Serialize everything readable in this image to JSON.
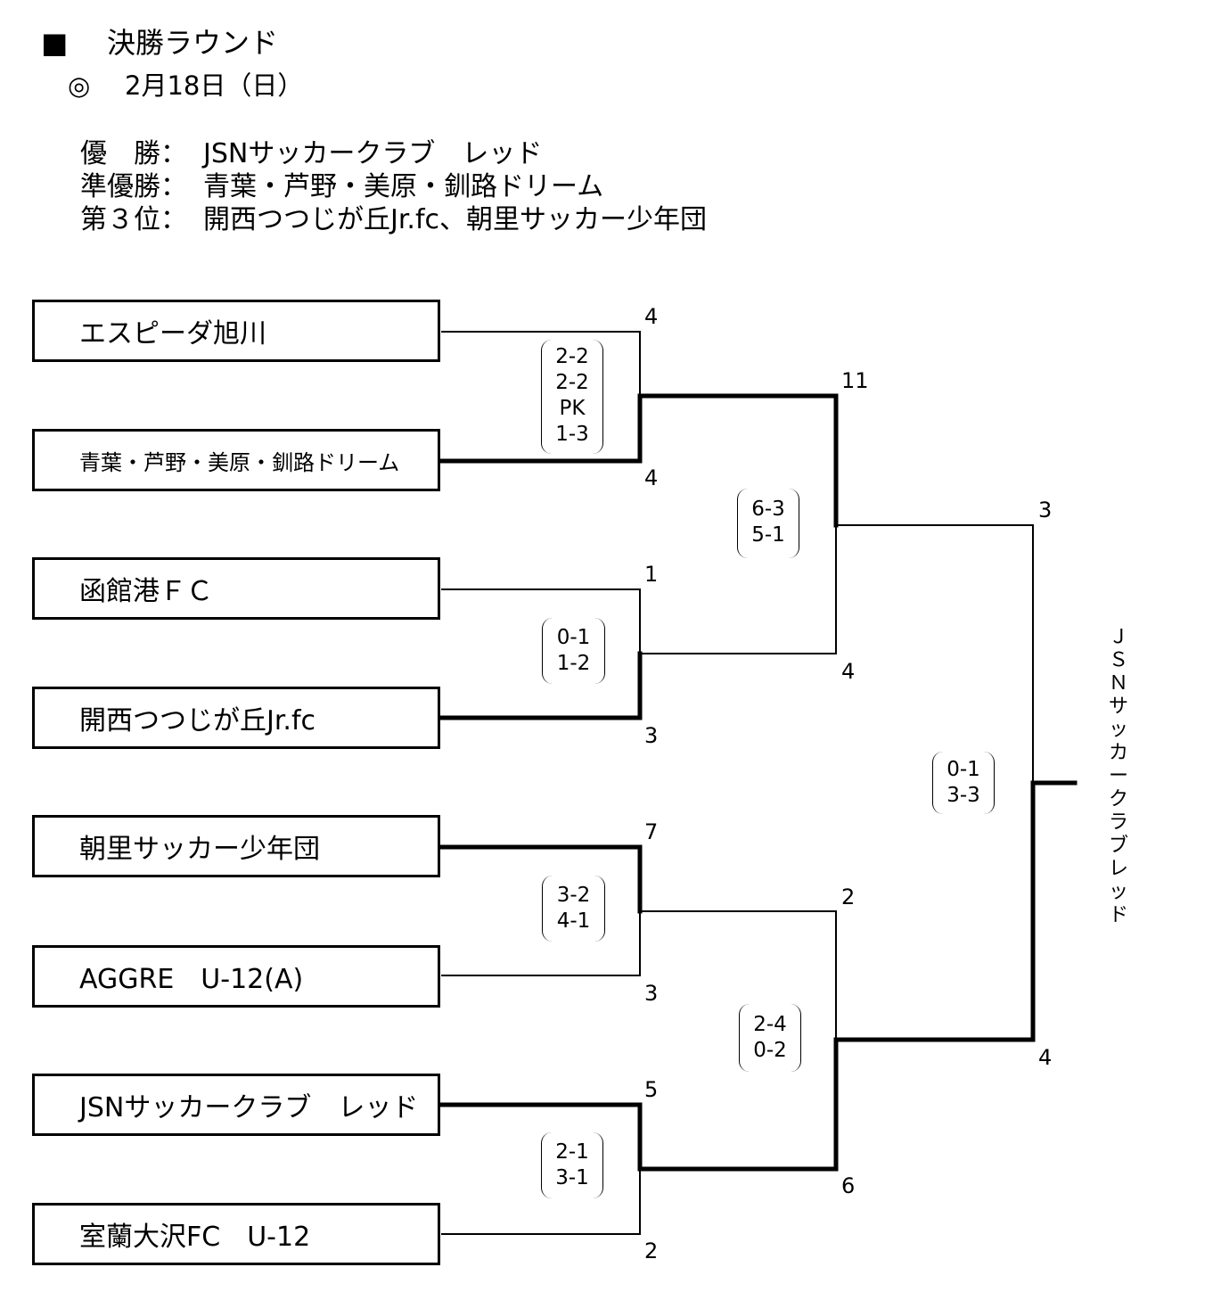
{
  "header": {
    "title_mark": "■",
    "title": "決勝ラウンド",
    "date_mark": "◎",
    "date": "2月18日（日）"
  },
  "results": [
    {
      "label": "優　勝：",
      "value": "JSNサッカークラブ　レッド"
    },
    {
      "label": "準優勝：",
      "value": "青葉・芦野・美原・釧路ドリーム"
    },
    {
      "label": "第３位：",
      "value": "開西つつじが丘Jr.fc、朝里サッカー少年団"
    }
  ],
  "teams": [
    "エスピーダ旭川",
    "青葉・芦野・美原・釧路ドリーム",
    "函館港ＦＣ",
    "開西つつじが丘Jr.fc",
    "朝里サッカー少年団",
    "AGGRE　U-12(A)",
    "JSNサッカークラブ　レッド",
    "室蘭大沢FC　U-12"
  ],
  "round1": [
    {
      "top_score": "4",
      "bottom_score": "4",
      "halves": [
        "2-2",
        "2-2",
        "PK",
        "1-3"
      ],
      "winner": "bottom"
    },
    {
      "top_score": "1",
      "bottom_score": "3",
      "halves": [
        "0-1",
        "1-2"
      ],
      "winner": "bottom"
    },
    {
      "top_score": "7",
      "bottom_score": "3",
      "halves": [
        "3-2",
        "4-1"
      ],
      "winner": "top"
    },
    {
      "top_score": "5",
      "bottom_score": "2",
      "halves": [
        "2-1",
        "3-1"
      ],
      "winner": "top"
    }
  ],
  "semifinals": [
    {
      "top_score": "11",
      "bottom_score": "4",
      "halves": [
        "6-3",
        "5-1"
      ],
      "winner": "top"
    },
    {
      "top_score": "2",
      "bottom_score": "6",
      "halves": [
        "2-4",
        "0-2"
      ],
      "winner": "bottom"
    }
  ],
  "final": {
    "top_score": "3",
    "bottom_score": "4",
    "halves": [
      "0-1",
      "3-3"
    ],
    "winner": "bottom"
  },
  "champion": "ＪＳＮサッカークラブ　レッド",
  "colors": {
    "line": "#000000",
    "background": "#ffffff"
  }
}
